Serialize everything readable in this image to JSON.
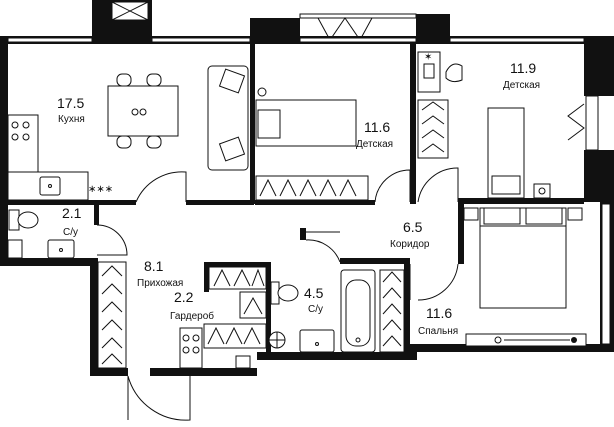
{
  "rooms": [
    {
      "id": "kitchen",
      "area": "17.5",
      "name": "Кухня"
    },
    {
      "id": "kids1",
      "area": "11.6",
      "name": "Детская"
    },
    {
      "id": "kids2",
      "area": "11.9",
      "name": "Детская"
    },
    {
      "id": "bath-small",
      "area": "2.1",
      "name": "С/у"
    },
    {
      "id": "corridor",
      "area": "6.5",
      "name": "Коридор"
    },
    {
      "id": "hallway",
      "area": "8.1",
      "name": "Прихожая"
    },
    {
      "id": "wardrobe",
      "area": "2.2",
      "name": "Гардероб"
    },
    {
      "id": "bath-big",
      "area": "4.5",
      "name": "С/у"
    },
    {
      "id": "bedroom",
      "area": "11.6",
      "name": "Спальня"
    }
  ],
  "colors": {
    "wall": "#111111",
    "background": "#ffffff",
    "line": "#111111"
  },
  "icons": [
    "door-swing-icon",
    "window-icon",
    "bed-icon",
    "sofa-icon",
    "dining-table-icon",
    "stove-icon",
    "sink-icon",
    "toilet-icon",
    "bathtub-icon",
    "hanger-icon",
    "desk-icon",
    "chair-icon",
    "washing-machine-icon",
    "boiler-icon",
    "ac-unit-icon"
  ]
}
